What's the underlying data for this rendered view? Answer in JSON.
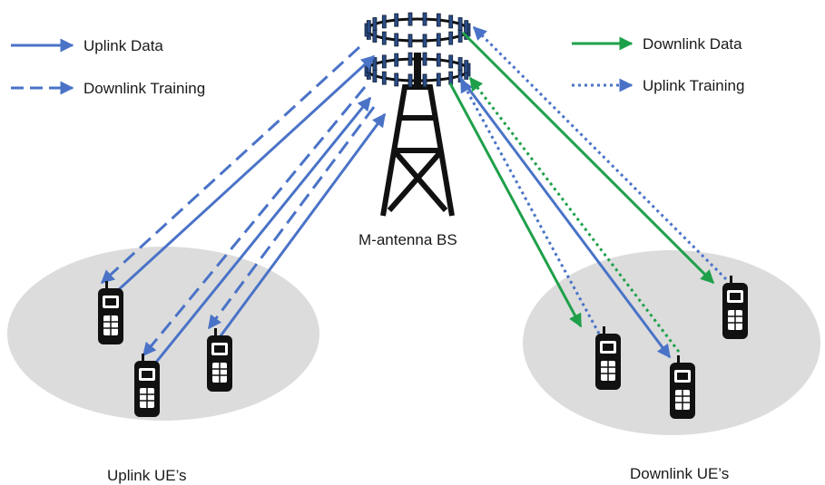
{
  "legend": {
    "uplink_data": "Uplink Data",
    "downlink_training": "Downlink Training",
    "downlink_data": "Downlink Data",
    "uplink_training": "Uplink Training"
  },
  "labels": {
    "base_station": "M-antenna BS",
    "uplink_group": "Uplink UE’s",
    "downlink_group": "Downlink UE’s"
  },
  "colors": {
    "uplink_blue": "#4a73c7",
    "downlink_green": "#1ea04a",
    "cell_gray": "#dcdcdc",
    "tower_black": "#111111"
  }
}
